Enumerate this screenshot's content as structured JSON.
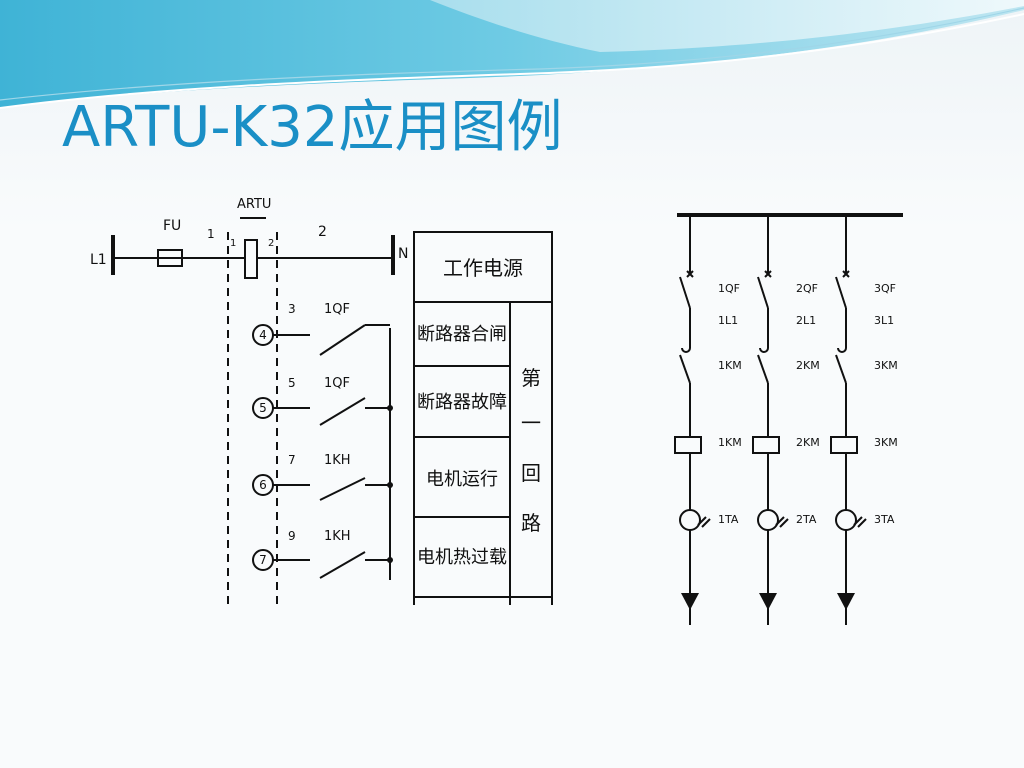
{
  "slide": {
    "title": "ARTU-K32应用图例"
  },
  "left_circuit": {
    "line_label": "L1",
    "fuse_label": "FU",
    "node_1": "1",
    "device_label": "ARTU",
    "device_pin_1": "1",
    "device_pin_2": "2",
    "node_2": "2",
    "neutral_label": "N",
    "inputs": [
      {
        "circle": "4",
        "node": "3",
        "contact": "1QF"
      },
      {
        "circle": "5",
        "node": "5",
        "contact": "1QF"
      },
      {
        "circle": "6",
        "node": "7",
        "contact": "1KH"
      },
      {
        "circle": "7",
        "node": "9",
        "contact": "1KH"
      }
    ],
    "table": {
      "header": "工作电源",
      "rows": [
        "断路器合闸",
        "断路器故障",
        "电机运行",
        "电机热过载"
      ],
      "group_chars": [
        "第",
        "一",
        "回",
        "路"
      ]
    }
  },
  "right_circuit": {
    "branches": [
      {
        "breaker": "1QF",
        "line": "1L1",
        "contactor": "1KM",
        "coil": "1KM",
        "ct": "1TA"
      },
      {
        "breaker": "2QF",
        "line": "2L1",
        "contactor": "2KM",
        "coil": "2KM",
        "ct": "2TA"
      },
      {
        "breaker": "3QF",
        "line": "3L1",
        "contactor": "3KM",
        "coil": "3KM",
        "ct": "3TA"
      }
    ]
  },
  "colors": {
    "title": "#1a8fc6",
    "wave_dark": "#3fb3d6",
    "wave_light": "#a9dcec",
    "ink": "#111111"
  }
}
